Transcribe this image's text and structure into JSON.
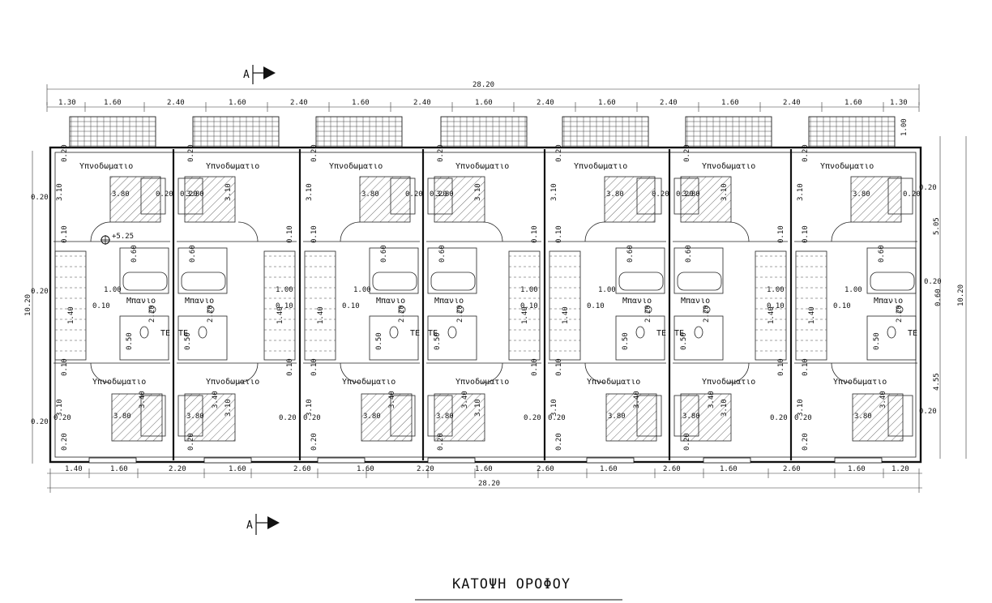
{
  "title": "ΚΑΤΟΨΗ ΟΡΟΦΟΥ",
  "section_marker": "A",
  "elevation_label": "+5.25",
  "overall_width_top": "28.20",
  "overall_width_bottom": "28.20",
  "overall_depth_left": "10.20",
  "overall_depth_right": "10.20",
  "right_depth_parts": [
    "5.05",
    "4.55"
  ],
  "right_small_dims": [
    "0.20",
    "0.20",
    "0.20",
    "0.60"
  ],
  "top_dims": [
    "1.30",
    "1.60",
    "2.40",
    "1.60",
    "2.40",
    "1.60",
    "2.40",
    "1.60",
    "2.40",
    "1.60",
    "2.40",
    "1.60",
    "2.40",
    "1.60",
    "1.30"
  ],
  "bottom_dims": [
    "1.40",
    "1.60",
    "2.20",
    "1.60",
    "2.60",
    "1.60",
    "2.20",
    "1.60",
    "2.60",
    "1.60",
    "2.60",
    "1.60",
    "2.60",
    "1.60",
    "1.20"
  ],
  "left_dims": [
    "0.20",
    "0.20",
    "0.20"
  ],
  "bedroom_label": "Υπνοδωματιο",
  "bath_label": "Μπανιο",
  "te_label": "ΤΕ",
  "room_dims": {
    "bed_w": "3.80",
    "bed_d": "3.10",
    "bed_d2": "3.40",
    "hall_w": "1.00",
    "wall": "0.20",
    "thin_wall": "0.10",
    "bath_a": "0.60",
    "bath_b": "2.20",
    "bath_c": "0.50",
    "stair": "1.40",
    "top_tiny": "1.00"
  }
}
